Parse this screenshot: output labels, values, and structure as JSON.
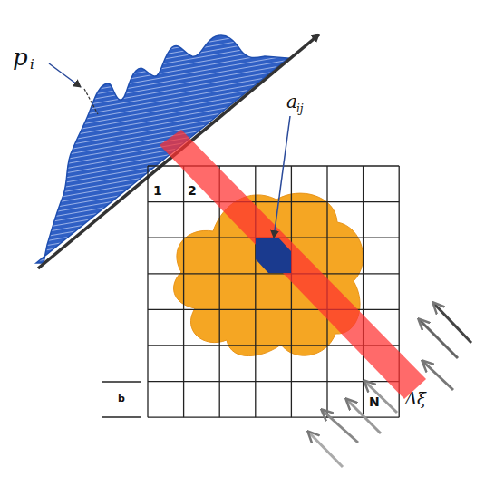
{
  "diagram": {
    "labels": [
      "p",
      "i",
      "a",
      "ij",
      "1",
      "2",
      "N",
      "b",
      "Δξ"
    ]
  }
}
